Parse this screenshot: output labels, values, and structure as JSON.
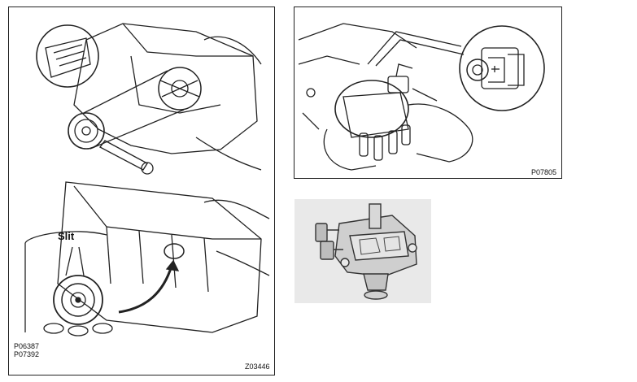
{
  "left_figure": {
    "slit_label": "Slit",
    "codes": [
      "P06387",
      "P07392"
    ],
    "figure_id": "Z03446"
  },
  "top_right_figure": {
    "figure_id": "P07805"
  },
  "bottom_right_photo": {}
}
